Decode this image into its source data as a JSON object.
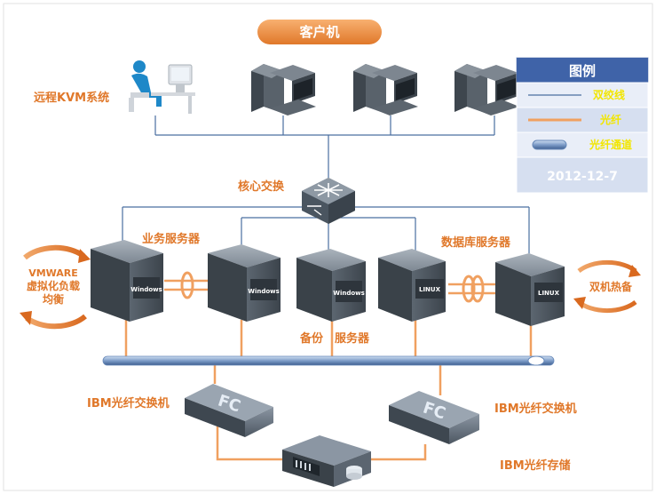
{
  "client_group_label": "客户机",
  "kvm_label": "远程KVM系统",
  "core_switch_label": "核心交换",
  "business_server_label": "业务服务器",
  "database_server_label": "数据库服务器",
  "backup_server_label": "备份　服务器",
  "vmware_label_line1": "VMWARE",
  "vmware_label_line2": "虚拟化负载",
  "vmware_label_line3": "均衡",
  "hotstandby_label": "双机热备",
  "ibm_fc_switch_left_label": "IBM光纤交换机",
  "ibm_fc_switch_right_label": "IBM光纤交换机",
  "ibm_storage_label": "IBM光纤存储",
  "server_badges": {
    "windows": "Windows",
    "linux": "LINUX"
  },
  "fc_badge": "FC",
  "legend": {
    "title": "图例",
    "items": [
      "双绞线",
      "光纤",
      "光纤通道"
    ],
    "date": "2012-12-7"
  },
  "colors": {
    "orange": "#e0782a",
    "fiber": "#f0a060",
    "twisted_pair": "#4a6fa0",
    "legend_header": "#3f63a8",
    "legend_body": "#d6dff0",
    "server_dark": "#4b5560"
  }
}
